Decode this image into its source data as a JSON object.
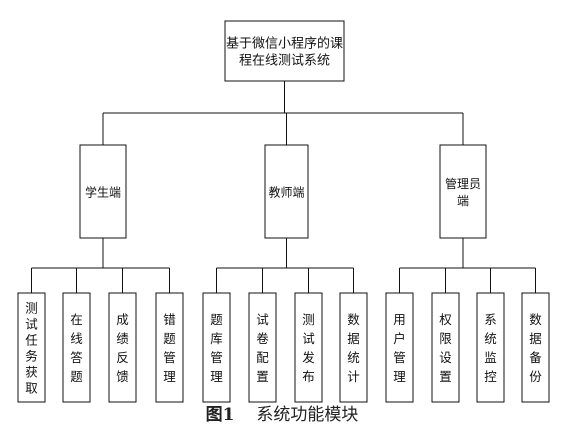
{
  "diagram": {
    "root": {
      "lines": [
        "基于微信小程序的课",
        "程在线测试系统"
      ]
    },
    "modules": [
      {
        "label_lines": [
          "学生端"
        ],
        "children": [
          "测试任务获取",
          "在线答题",
          "成绩反馈",
          "错题管理"
        ]
      },
      {
        "label_lines": [
          "教师端"
        ],
        "children": [
          "题库管理",
          "试卷配置",
          "测试发布",
          "数据统计"
        ]
      },
      {
        "label_lines": [
          "管理员",
          "端"
        ],
        "children": [
          "用户管理",
          "权限设置",
          "系统监控",
          "数据备份"
        ]
      }
    ]
  },
  "caption": {
    "number": "图1",
    "title": "系统功能模块"
  }
}
